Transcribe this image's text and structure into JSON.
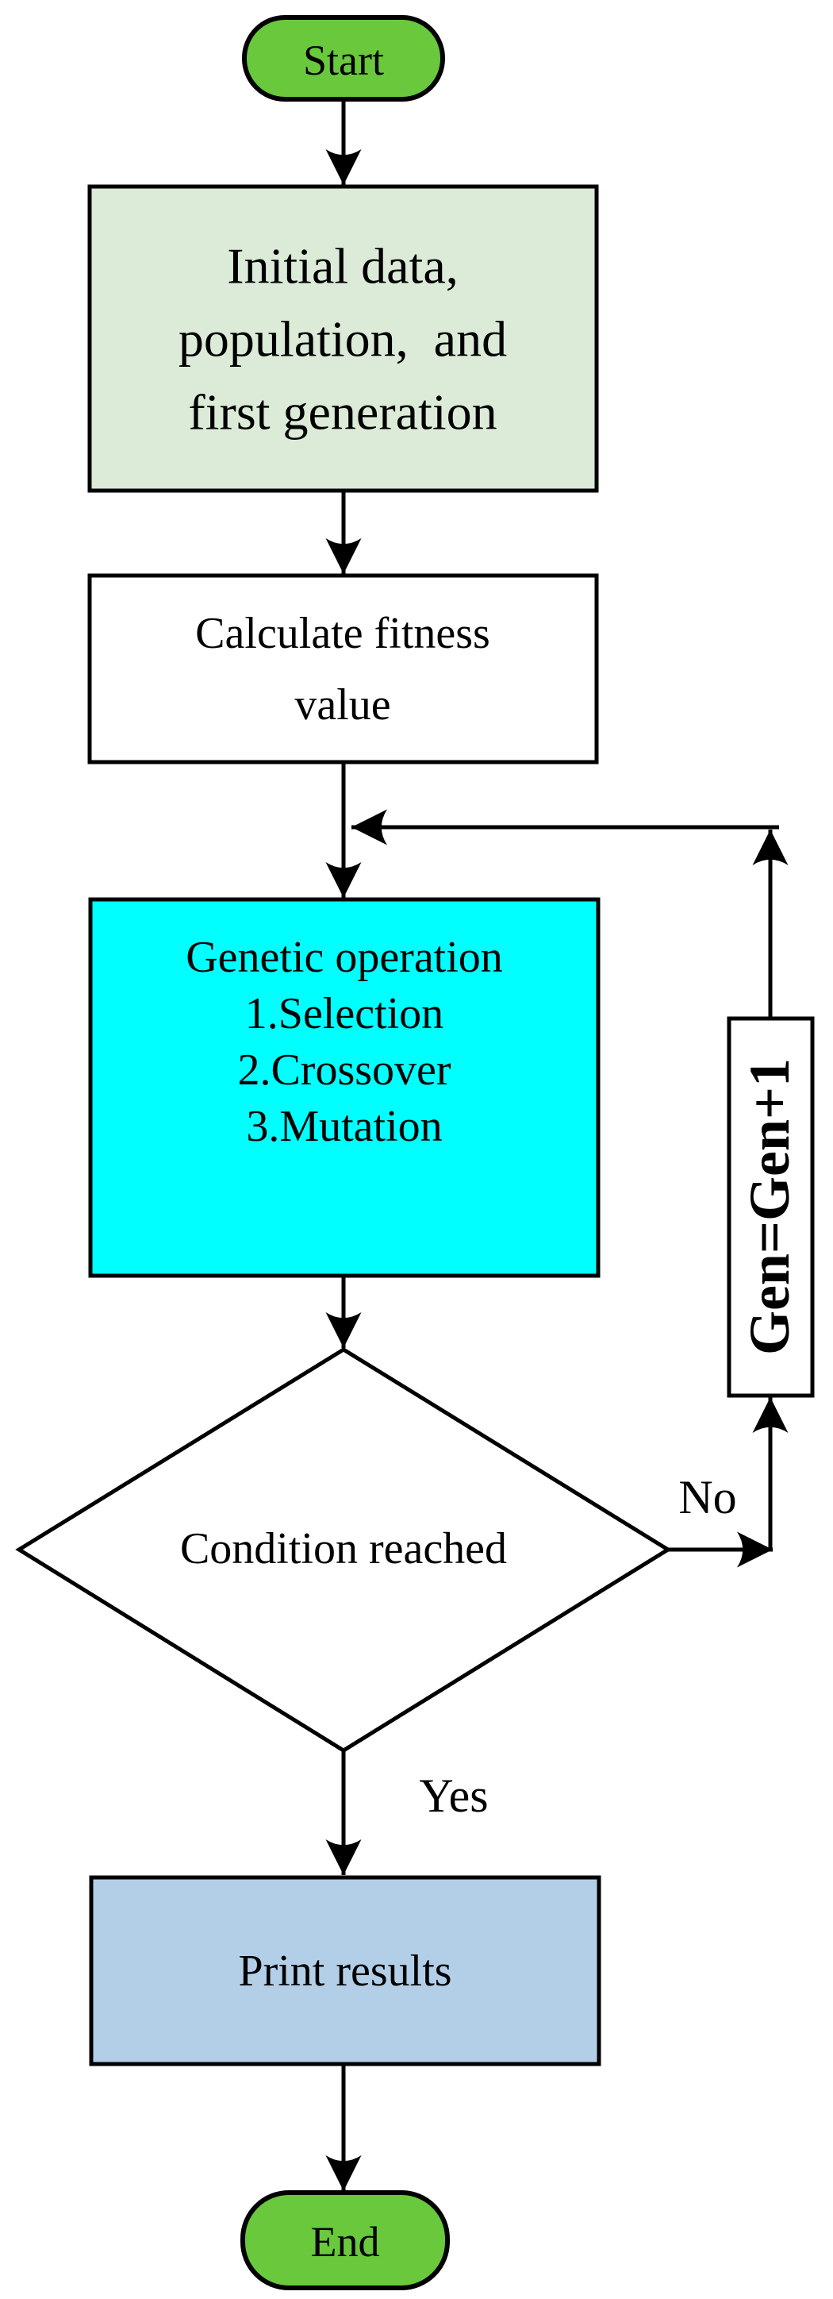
{
  "diagram": {
    "type": "flowchart",
    "subject": "Genetic algorithm process"
  },
  "colors": {
    "terminator_fill": "#69C83C",
    "initial_fill": "#DCEBD8",
    "fitness_fill": "#FFFFFF",
    "genetic_fill": "#00FFFF",
    "decision_fill": "#FFFFFF",
    "increment_fill": "#FFFFFF",
    "print_fill": "#B3CFE8",
    "line": "#000000"
  },
  "nodes": {
    "start": {
      "label": "Start"
    },
    "initial": {
      "lines": [
        "Initial data,",
        "population,  and",
        "first generation"
      ]
    },
    "fitness": {
      "lines": [
        "Calculate fitness",
        "value"
      ]
    },
    "genetic": {
      "lines": [
        "Genetic operation",
        "1.Selection",
        "2.Crossover",
        "3.Mutation"
      ]
    },
    "decision": {
      "label": "Condition reached"
    },
    "increment": {
      "label": "Gen=Gen+1"
    },
    "print": {
      "label": "Print results"
    },
    "end": {
      "label": "End"
    }
  },
  "edges": {
    "no_label": "No",
    "yes_label": "Yes"
  }
}
